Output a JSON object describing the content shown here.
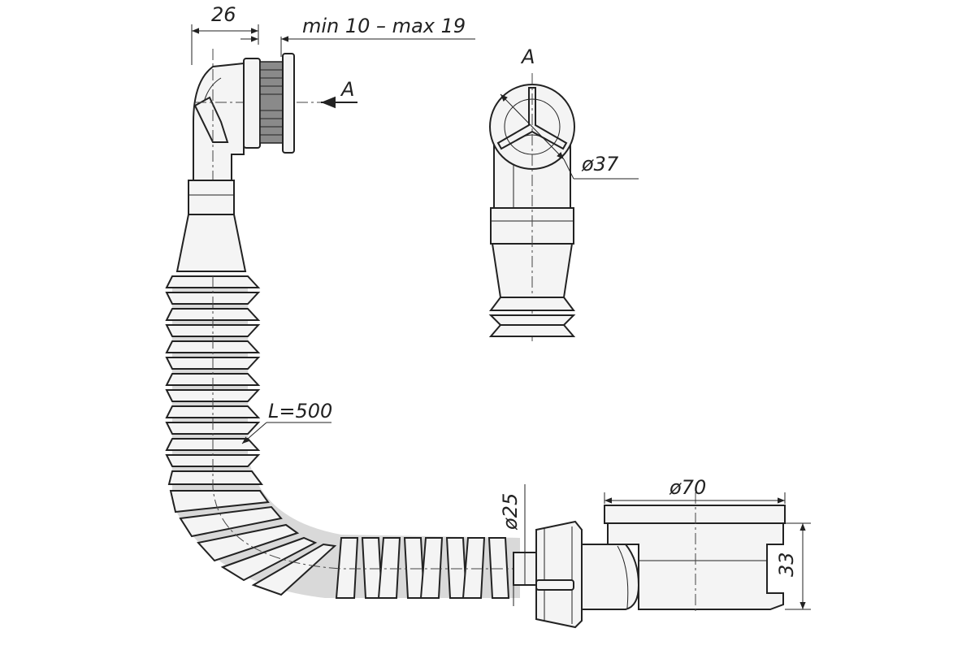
{
  "dimensions": {
    "overflow_depth": "26",
    "wall_range": "min 10 – max 19",
    "view_label": "A",
    "view_arrow_label": "A",
    "overflow_diameter": "ø37",
    "hose_length": "L=500",
    "hose_diameter": "ø25",
    "drain_diameter": "ø70",
    "drain_height": "33"
  },
  "colors": {
    "line": "#222222",
    "fill": "#f4f4f4",
    "thread": "#8a8a8a"
  }
}
